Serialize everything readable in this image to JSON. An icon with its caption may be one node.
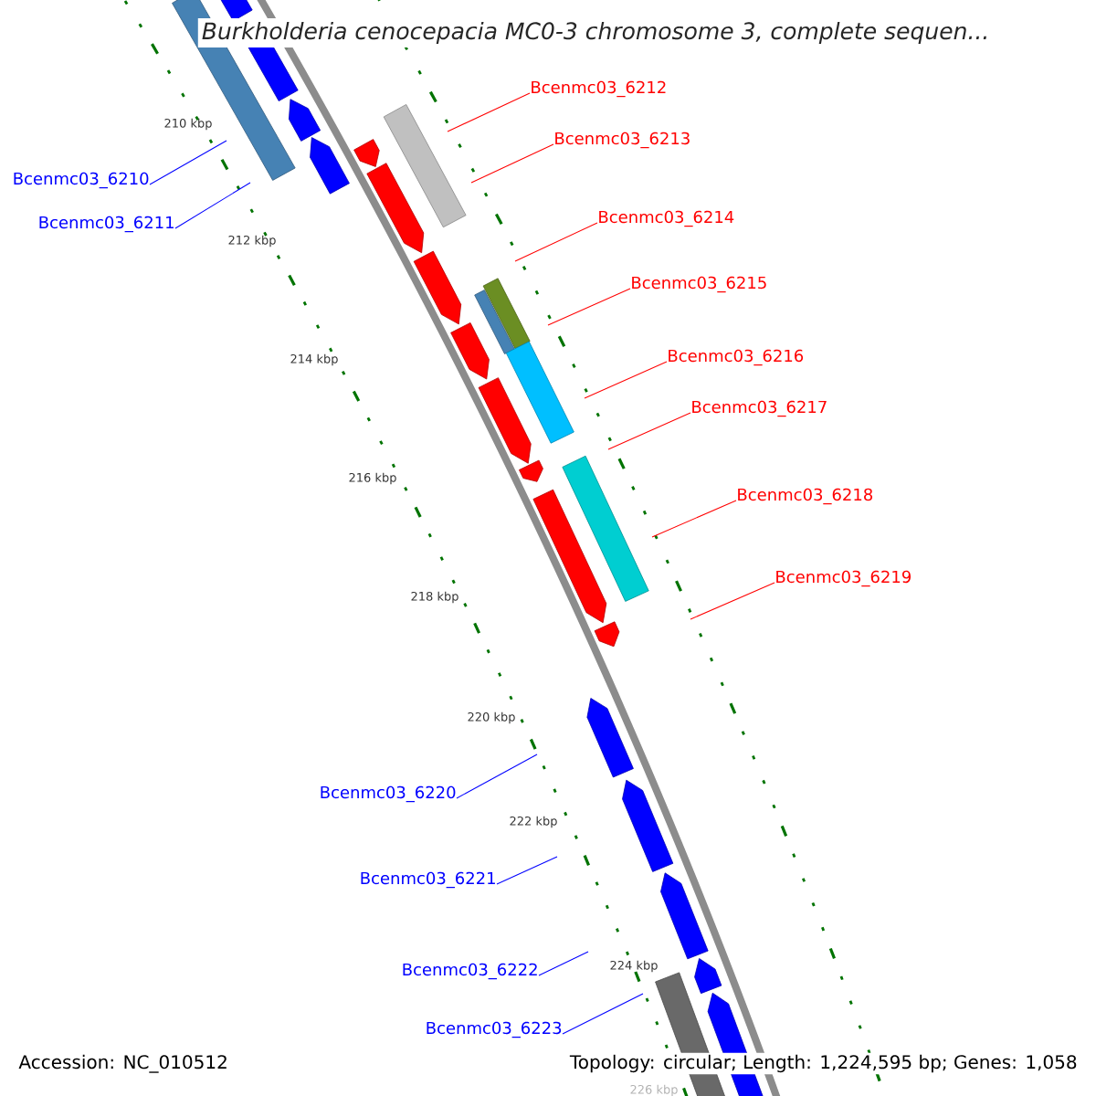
{
  "diagram": {
    "title": "Burkholderia cenocepacia MC0-3 chromosome 3, complete sequen...",
    "nodes": [
      {
        "text": [
          "Bcenmc03_6210"
        ]
      },
      {
        "text": [
          "Bcenmc03_6211"
        ]
      },
      {
        "text": [
          "Bcenmc03_6212"
        ]
      },
      {
        "text": [
          "Bcenmc03_6213"
        ]
      },
      {
        "text": [
          "Bcenmc03_6214"
        ]
      },
      {
        "text": [
          "Bcenmc03_6215"
        ]
      },
      {
        "text": [
          "Bcenmc03_6216"
        ]
      },
      {
        "text": [
          "Bcenmc03_6217"
        ]
      },
      {
        "text": [
          "Bcenmc03_6218"
        ]
      },
      {
        "text": [
          "Bcenmc03_6219"
        ]
      },
      {
        "text": [
          "Bcenmc03_6220"
        ]
      },
      {
        "text": [
          "Bcenmc03_6221"
        ]
      },
      {
        "text": [
          "Bcenmc03_6222"
        ]
      },
      {
        "text": [
          "Bcenmc03_6223"
        ]
      }
    ],
    "edges": [
      {
        "from": 0,
        "to": null,
        "arrow": "none",
        "color": "#0000ff"
      },
      {
        "from": 1,
        "to": null,
        "arrow": "none",
        "color": "#0000ff"
      },
      {
        "from": 2,
        "to": null,
        "arrow": "none"
      },
      {
        "from": 3,
        "to": null,
        "arrow": "none"
      },
      {
        "from": 4,
        "to": null,
        "arrow": "none"
      },
      {
        "from": 5,
        "to": null,
        "arrow": "none"
      },
      {
        "from": 6,
        "to": null,
        "arrow": "none"
      },
      {
        "from": 7,
        "to": null,
        "arrow": "none"
      },
      {
        "from": 8,
        "to": null,
        "arrow": "none"
      },
      {
        "from": 9,
        "to": null,
        "arrow": "none"
      },
      {
        "from": 10,
        "to": null,
        "arrow": "none",
        "color": "#0000ff"
      },
      {
        "from": 11,
        "to": null,
        "arrow": "none",
        "color": "#0000ff"
      },
      {
        "from": 12,
        "to": null,
        "arrow": "none",
        "color": "#0000ff"
      },
      {
        "from": 13,
        "to": null,
        "arrow": "none",
        "color": "#0000ff"
      }
    ],
    "labels": [
      "210 kbp",
      "212 kbp",
      "214 kbp",
      "216 kbp",
      "218 kbp",
      "220 kbp",
      "222 kbp",
      "224 kbp",
      "226 kbp",
      "Accession: NC_010512",
      "Topology: circular; Length: 1,224,595 bp; Genes: 1,058"
    ]
  }
}
